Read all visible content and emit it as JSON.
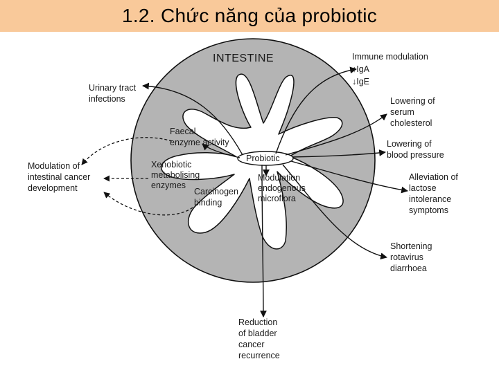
{
  "slide": {
    "title": "1.2. Chức năng của probiotic"
  },
  "diagram": {
    "region_label": "INTESTINE",
    "center_label": "Probiotic",
    "inner_labels": {
      "faecal": [
        "Faecal",
        "enzyme activity"
      ],
      "xenobiotic": [
        "Xenobiotic",
        "metabolising",
        "enzymes"
      ],
      "carcinogen": [
        "Carcinogen",
        "binding"
      ],
      "modulation_microflora": [
        "Modulation",
        "endogenous",
        "microflora"
      ]
    },
    "outer_labels": {
      "urinary": [
        "Urinary tract",
        "infections"
      ],
      "cancer_dev": [
        "Modulation of",
        "intestinal cancer",
        "development"
      ],
      "immune": [
        "Immune modulation",
        "↑IgA",
        "↓IgE"
      ],
      "cholesterol": [
        "Lowering of",
        "serum",
        "cholesterol"
      ],
      "blood_pressure": [
        "Lowering of",
        "blood pressure"
      ],
      "lactose": [
        "Alleviation of",
        "lactose",
        "intolerance",
        "symptoms"
      ],
      "rotavirus": [
        "Shortening",
        "rotavirus",
        "diarrhoea"
      ],
      "bladder": [
        "Reduction",
        "of bladder",
        "cancer",
        "recurrence"
      ]
    },
    "colors": {
      "circle_fill": "#b4b4b4",
      "lumen_fill": "#ffffff",
      "line": "#111111",
      "title_bar": "#f9c99a"
    }
  }
}
